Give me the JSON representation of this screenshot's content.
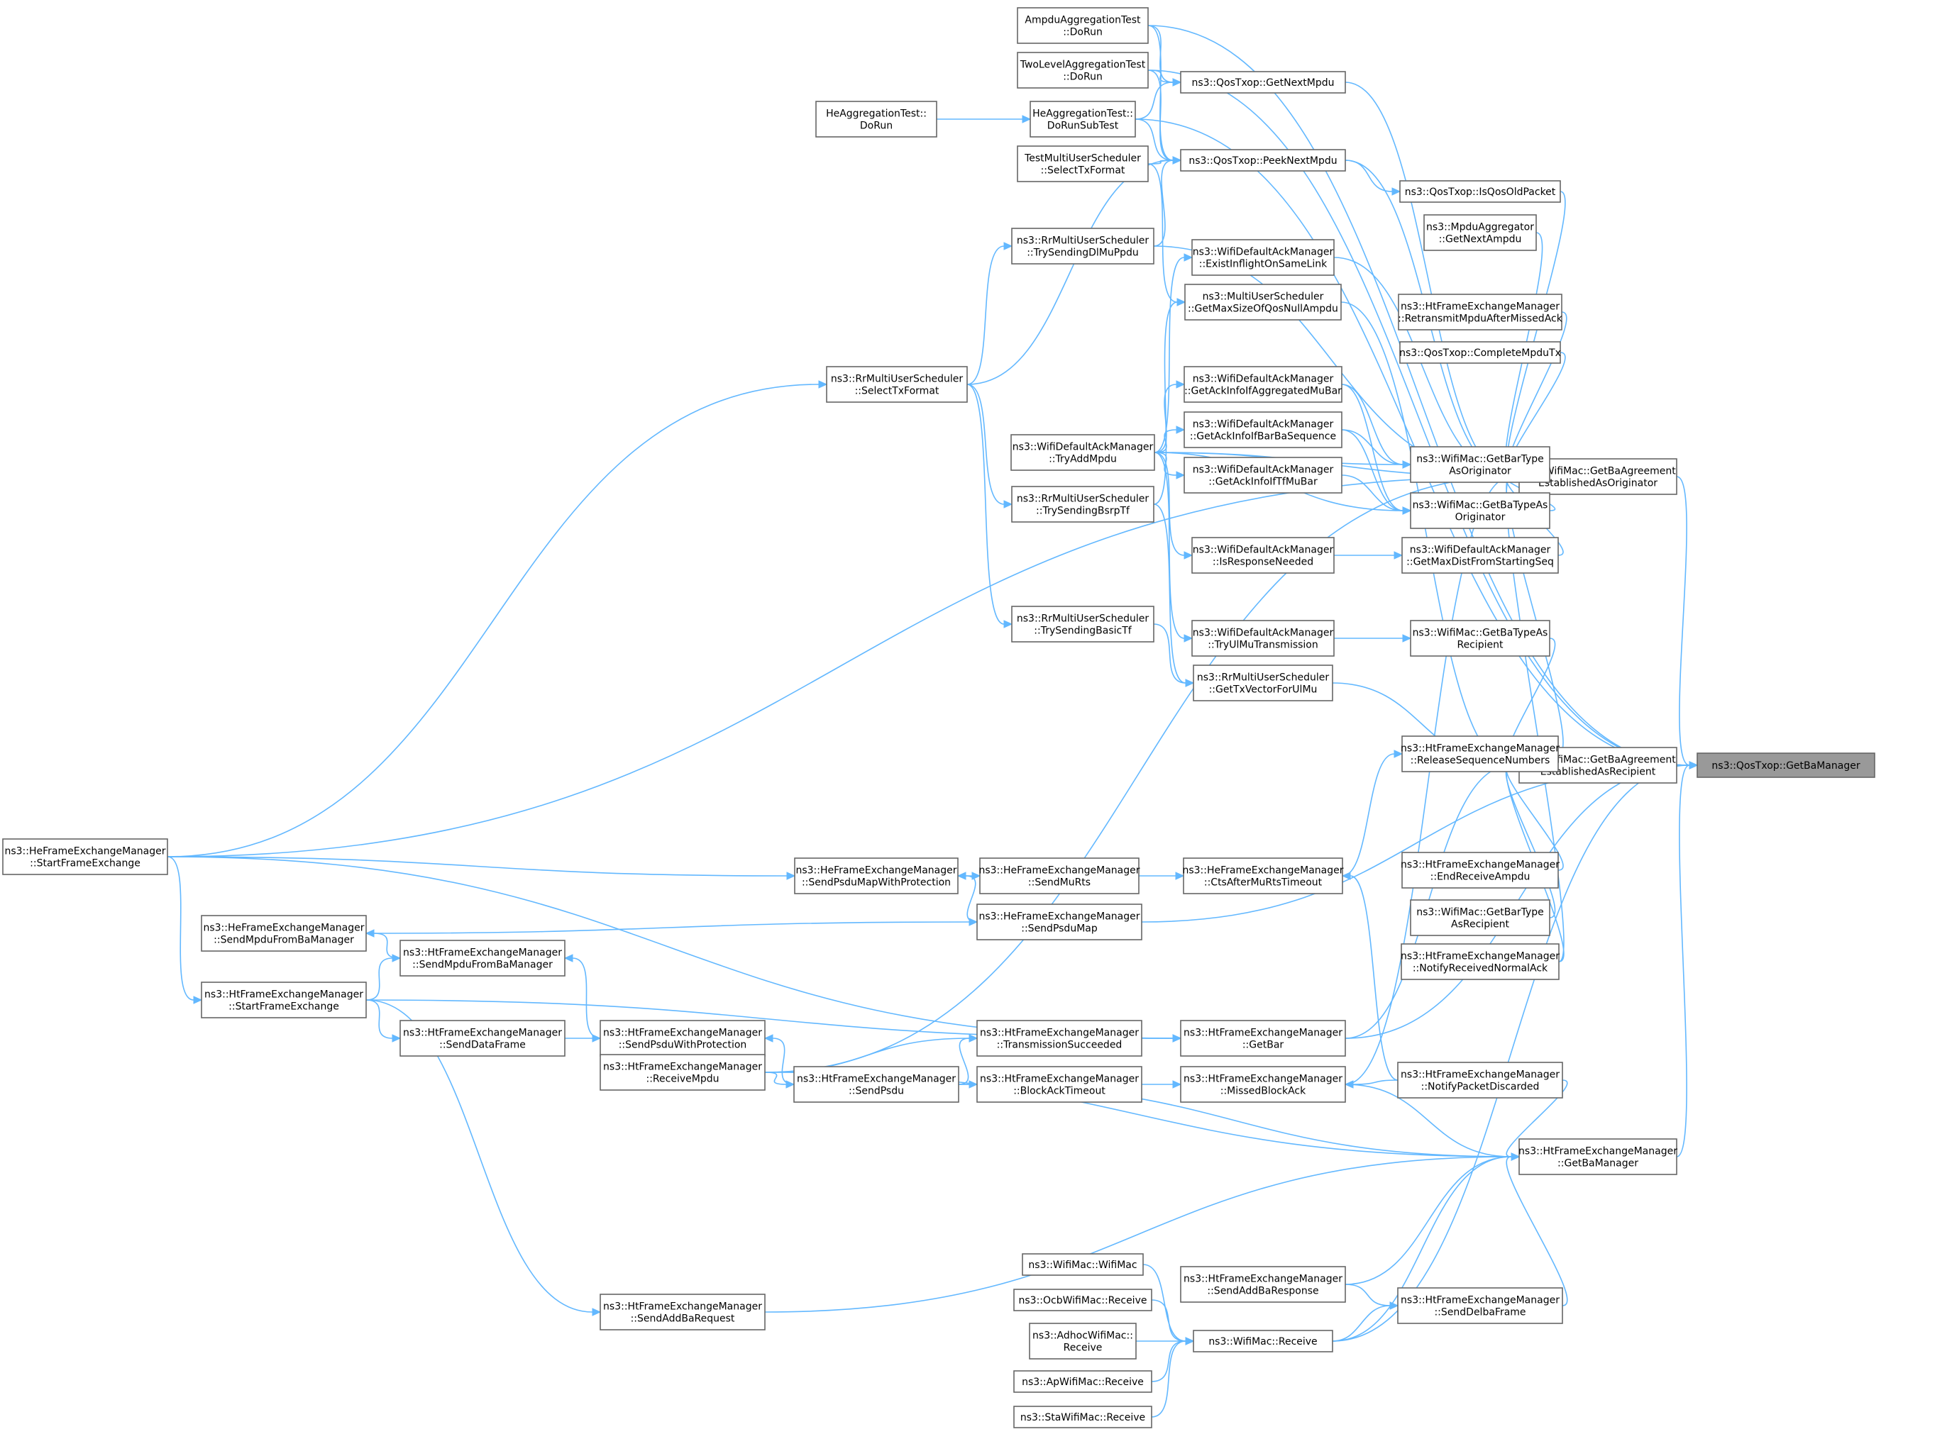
{
  "graph": {
    "root": "root",
    "nodes": [
      {
        "id": "root",
        "lines": [
          "ns3::QosTxop::GetBaManager"
        ]
      },
      {
        "id": "orig",
        "lines": [
          "ns3::WifiMac::GetBaAgreement",
          "EstablishedAsOriginator"
        ]
      },
      {
        "id": "recip",
        "lines": [
          "ns3::WifiMac::GetBaAgreement",
          "EstablishedAsRecipient"
        ]
      },
      {
        "id": "htgbm",
        "lines": [
          "ns3::HtFrameExchangeManager",
          "::GetBaManager"
        ]
      },
      {
        "id": "ampdu",
        "lines": [
          "AmpduAggregationTest",
          "::DoRun"
        ]
      },
      {
        "id": "twolevel",
        "lines": [
          "TwoLevelAggregationTest",
          "::DoRun"
        ]
      },
      {
        "id": "heagg",
        "lines": [
          "HeAggregationTest::",
          "DoRun"
        ]
      },
      {
        "id": "heaggsub",
        "lines": [
          "HeAggregationTest::",
          "DoRunSubTest"
        ]
      },
      {
        "id": "tmus",
        "lines": [
          "TestMultiUserScheduler",
          "::SelectTxFormat"
        ]
      },
      {
        "id": "getnext",
        "lines": [
          "ns3::QosTxop::GetNextMpdu"
        ]
      },
      {
        "id": "peeknext",
        "lines": [
          "ns3::QosTxop::PeekNextMpdu"
        ]
      },
      {
        "id": "isqos",
        "lines": [
          "ns3::QosTxop::IsQosOldPacket"
        ]
      },
      {
        "id": "mpduagg",
        "lines": [
          "ns3::MpduAggregator",
          "::GetNextAmpdu"
        ]
      },
      {
        "id": "retransmit",
        "lines": [
          "ns3::HtFrameExchangeManager",
          "::RetransmitMpduAfterMissedAck"
        ]
      },
      {
        "id": "complete",
        "lines": [
          "ns3::QosTxop::CompleteMpduTx"
        ]
      },
      {
        "id": "rrdl",
        "lines": [
          "ns3::RrMultiUserScheduler",
          "::TrySendingDlMuPpdu"
        ]
      },
      {
        "id": "rrsel",
        "lines": [
          "ns3::RrMultiUserScheduler",
          "::SelectTxFormat"
        ]
      },
      {
        "id": "exist",
        "lines": [
          "ns3::WifiDefaultAckManager",
          "::ExistInflightOnSameLink"
        ]
      },
      {
        "id": "maxsize",
        "lines": [
          "ns3::MultiUserScheduler",
          "::GetMaxSizeOfQosNullAmpdu"
        ]
      },
      {
        "id": "ackagg",
        "lines": [
          "ns3::WifiDefaultAckManager",
          "::GetAckInfoIfAggregatedMuBar"
        ]
      },
      {
        "id": "ackbar",
        "lines": [
          "ns3::WifiDefaultAckManager",
          "::GetAckInfoIfBarBaSequence"
        ]
      },
      {
        "id": "acktf",
        "lines": [
          "ns3::WifiDefaultAckManager",
          "::GetAckInfoIfTfMuBar"
        ]
      },
      {
        "id": "tryadd",
        "lines": [
          "ns3::WifiDefaultAckManager",
          "::TryAddMpdu"
        ]
      },
      {
        "id": "bsrp",
        "lines": [
          "ns3::RrMultiUserScheduler",
          "::TrySendingBsrpTf"
        ]
      },
      {
        "id": "bartype",
        "lines": [
          "ns3::WifiMac::GetBarType",
          "AsOriginator"
        ]
      },
      {
        "id": "batype",
        "lines": [
          "ns3::WifiMac::GetBaTypeAs",
          "Originator"
        ]
      },
      {
        "id": "isresp",
        "lines": [
          "ns3::WifiDefaultAckManager",
          "::IsResponseNeeded"
        ]
      },
      {
        "id": "maxdist",
        "lines": [
          "ns3::WifiDefaultAckManager",
          "::GetMaxDistFromStartingSeq"
        ]
      },
      {
        "id": "basic",
        "lines": [
          "ns3::RrMultiUserScheduler",
          "::TrySendingBasicTf"
        ]
      },
      {
        "id": "tryul",
        "lines": [
          "ns3::WifiDefaultAckManager",
          "::TryUlMuTransmission"
        ]
      },
      {
        "id": "batyperecip",
        "lines": [
          "ns3::WifiMac::GetBaTypeAs",
          "Recipient"
        ]
      },
      {
        "id": "txvec",
        "lines": [
          "ns3::RrMultiUserScheduler",
          "::GetTxVectorForUlMu"
        ]
      },
      {
        "id": "release",
        "lines": [
          "ns3::HtFrameExchangeManager",
          "::ReleaseSequenceNumbers"
        ]
      },
      {
        "id": "hestart",
        "lines": [
          "ns3::HeFrameExchangeManager",
          "::StartFrameExchange"
        ]
      },
      {
        "id": "sendpsdumapprot",
        "lines": [
          "ns3::HeFrameExchangeManager",
          "::SendPsduMapWithProtection"
        ]
      },
      {
        "id": "sendmurts",
        "lines": [
          "ns3::HeFrameExchangeManager",
          "::SendMuRts"
        ]
      },
      {
        "id": "ctsafter",
        "lines": [
          "ns3::HeFrameExchangeManager",
          "::CtsAfterMuRtsTimeout"
        ]
      },
      {
        "id": "endrecv",
        "lines": [
          "ns3::HtFrameExchangeManager",
          "::EndReceiveAmpdu"
        ]
      },
      {
        "id": "hesendmpdu",
        "lines": [
          "ns3::HeFrameExchangeManager",
          "::SendMpduFromBaManager"
        ]
      },
      {
        "id": "sendpsdumap",
        "lines": [
          "ns3::HeFrameExchangeManager",
          "::SendPsduMap"
        ]
      },
      {
        "id": "bartyperecip",
        "lines": [
          "ns3::WifiMac::GetBarType",
          "AsRecipient"
        ]
      },
      {
        "id": "htsendmpdu",
        "lines": [
          "ns3::HtFrameExchangeManager",
          "::SendMpduFromBaManager"
        ]
      },
      {
        "id": "notifynormal",
        "lines": [
          "ns3::HtFrameExchangeManager",
          "::NotifyReceivedNormalAck"
        ]
      },
      {
        "id": "htstart",
        "lines": [
          "ns3::HtFrameExchangeManager",
          "::StartFrameExchange"
        ]
      },
      {
        "id": "senddata",
        "lines": [
          "ns3::HtFrameExchangeManager",
          "::SendDataFrame"
        ]
      },
      {
        "id": "sendpsduprot",
        "lines": [
          "ns3::HtFrameExchangeManager",
          "::SendPsduWithProtection"
        ]
      },
      {
        "id": "txsucc",
        "lines": [
          "ns3::HtFrameExchangeManager",
          "::TransmissionSucceeded"
        ]
      },
      {
        "id": "getbar",
        "lines": [
          "ns3::HtFrameExchangeManager",
          "::GetBar"
        ]
      },
      {
        "id": "recvmpdu",
        "lines": [
          "ns3::HtFrameExchangeManager",
          "::ReceiveMpdu"
        ]
      },
      {
        "id": "sendpsdu",
        "lines": [
          "ns3::HtFrameExchangeManager",
          "::SendPsdu"
        ]
      },
      {
        "id": "blockack",
        "lines": [
          "ns3::HtFrameExchangeManager",
          "::BlockAckTimeout"
        ]
      },
      {
        "id": "missed",
        "lines": [
          "ns3::HtFrameExchangeManager",
          "::MissedBlockAck"
        ]
      },
      {
        "id": "notifydisc",
        "lines": [
          "ns3::HtFrameExchangeManager",
          "::NotifyPacketDiscarded"
        ]
      },
      {
        "id": "wifimac",
        "lines": [
          "ns3::WifiMac::WifiMac"
        ]
      },
      {
        "id": "sendaddbaresp",
        "lines": [
          "ns3::HtFrameExchangeManager",
          "::SendAddBaResponse"
        ]
      },
      {
        "id": "sendaddbareq",
        "lines": [
          "ns3::HtFrameExchangeManager",
          "::SendAddBaRequest"
        ]
      },
      {
        "id": "senddelba",
        "lines": [
          "ns3::HtFrameExchangeManager",
          "::SendDelbaFrame"
        ]
      },
      {
        "id": "ocb",
        "lines": [
          "ns3::OcbWifiMac::Receive"
        ]
      },
      {
        "id": "adhoc",
        "lines": [
          "ns3::AdhocWifiMac::",
          "Receive"
        ]
      },
      {
        "id": "wifirecv",
        "lines": [
          "ns3::WifiMac::Receive"
        ]
      },
      {
        "id": "ap",
        "lines": [
          "ns3::ApWifiMac::Receive"
        ]
      },
      {
        "id": "sta",
        "lines": [
          "ns3::StaWifiMac::Receive"
        ]
      }
    ],
    "edges": [
      [
        "orig",
        "root"
      ],
      [
        "recip",
        "root"
      ],
      [
        "htgbm",
        "root"
      ],
      [
        "ampdu",
        "root"
      ],
      [
        "twolevel",
        "root"
      ],
      [
        "heaggsub",
        "root"
      ],
      [
        "sendpsdumap",
        "root"
      ],
      [
        "getbar",
        "root"
      ],
      [
        "wifirecv",
        "root"
      ],
      [
        "getnext",
        "orig"
      ],
      [
        "peeknext",
        "orig"
      ],
      [
        "isqos",
        "orig"
      ],
      [
        "mpduagg",
        "orig"
      ],
      [
        "retransmit",
        "orig"
      ],
      [
        "complete",
        "orig"
      ],
      [
        "rrdl",
        "orig"
      ],
      [
        "exist",
        "orig"
      ],
      [
        "bartype",
        "orig"
      ],
      [
        "batype",
        "orig"
      ],
      [
        "maxdist",
        "orig"
      ],
      [
        "tryadd",
        "orig"
      ],
      [
        "hestart",
        "orig"
      ],
      [
        "release",
        "orig"
      ],
      [
        "notifynormal",
        "orig"
      ],
      [
        "missed",
        "orig"
      ],
      [
        "recvmpdu",
        "orig"
      ],
      [
        "batyperecip",
        "recip"
      ],
      [
        "txvec",
        "recip"
      ],
      [
        "endrecv",
        "recip"
      ],
      [
        "bartyperecip",
        "recip"
      ],
      [
        "notifynormal",
        "recip"
      ],
      [
        "getbar",
        "recip"
      ],
      [
        "maxsize",
        "recip"
      ],
      [
        "missed",
        "htgbm"
      ],
      [
        "notifydisc",
        "htgbm"
      ],
      [
        "sendpsdu",
        "htgbm"
      ],
      [
        "recvmpdu",
        "htgbm"
      ],
      [
        "sendaddbaresp",
        "htgbm"
      ],
      [
        "senddelba",
        "htgbm"
      ],
      [
        "wifirecv",
        "htgbm"
      ],
      [
        "sendaddbareq",
        "htgbm"
      ],
      [
        "ampdu",
        "getnext"
      ],
      [
        "twolevel",
        "getnext"
      ],
      [
        "heaggsub",
        "getnext"
      ],
      [
        "ampdu",
        "peeknext"
      ],
      [
        "twolevel",
        "peeknext"
      ],
      [
        "heaggsub",
        "peeknext"
      ],
      [
        "tmus",
        "peeknext"
      ],
      [
        "rrdl",
        "peeknext"
      ],
      [
        "rrsel",
        "peeknext"
      ],
      [
        "peeknext",
        "isqos"
      ],
      [
        "heagg",
        "heaggsub"
      ],
      [
        "rrsel",
        "rrdl"
      ],
      [
        "rrsel",
        "bsrp"
      ],
      [
        "rrsel",
        "basic"
      ],
      [
        "tmus",
        "maxsize"
      ],
      [
        "bsrp",
        "maxsize"
      ],
      [
        "tryadd",
        "exist"
      ],
      [
        "tryadd",
        "ackagg"
      ],
      [
        "tryadd",
        "ackbar"
      ],
      [
        "tryadd",
        "acktf"
      ],
      [
        "tryadd",
        "isresp"
      ],
      [
        "tryadd",
        "tryul"
      ],
      [
        "tryadd",
        "bartype"
      ],
      [
        "ackagg",
        "bartype"
      ],
      [
        "ackbar",
        "bartype"
      ],
      [
        "acktf",
        "batype"
      ],
      [
        "ackagg",
        "batype"
      ],
      [
        "ackbar",
        "batype"
      ],
      [
        "tryadd",
        "batype"
      ],
      [
        "isresp",
        "maxdist"
      ],
      [
        "tryul",
        "batyperecip"
      ],
      [
        "basic",
        "txvec"
      ],
      [
        "bsrp",
        "txvec"
      ],
      [
        "ctsafter",
        "release"
      ],
      [
        "sendmurts",
        "ctsafter"
      ],
      [
        "notifydisc",
        "ctsafter"
      ],
      [
        "sendpsdumapprot",
        "sendmurts"
      ],
      [
        "hestart",
        "sendpsdumapprot"
      ],
      [
        "sendpsdumap",
        "sendpsdumapprot"
      ],
      [
        "hesendmpdu",
        "sendpsdumap"
      ],
      [
        "htsendmpdu",
        "hesendmpdu"
      ],
      [
        "htstart",
        "htsendmpdu"
      ],
      [
        "sendpsduprot",
        "htsendmpdu"
      ],
      [
        "hestart",
        "htstart"
      ],
      [
        "htstart",
        "getbar"
      ],
      [
        "senddata",
        "sendpsduprot"
      ],
      [
        "htstart",
        "senddata"
      ],
      [
        "sendpsdu",
        "sendpsduprot"
      ],
      [
        "txsucc",
        "getbar"
      ],
      [
        "blockack",
        "missed"
      ],
      [
        "notifydisc",
        "missed"
      ],
      [
        "hestart",
        "getbar"
      ],
      [
        "sendpsdu",
        "txsucc"
      ],
      [
        "recvmpdu",
        "txsucc"
      ],
      [
        "sendpsdu",
        "blockack"
      ],
      [
        "recvmpdu",
        "sendpsdu"
      ],
      [
        "wifimac",
        "wifirecv"
      ],
      [
        "ocb",
        "wifirecv"
      ],
      [
        "adhoc",
        "wifirecv"
      ],
      [
        "ap",
        "wifirecv"
      ],
      [
        "sta",
        "wifirecv"
      ],
      [
        "sendaddbaresp",
        "senddelba"
      ],
      [
        "wifirecv",
        "senddelba"
      ],
      [
        "htstart",
        "sendaddbareq"
      ],
      [
        "hestart",
        "rrsel"
      ]
    ]
  }
}
